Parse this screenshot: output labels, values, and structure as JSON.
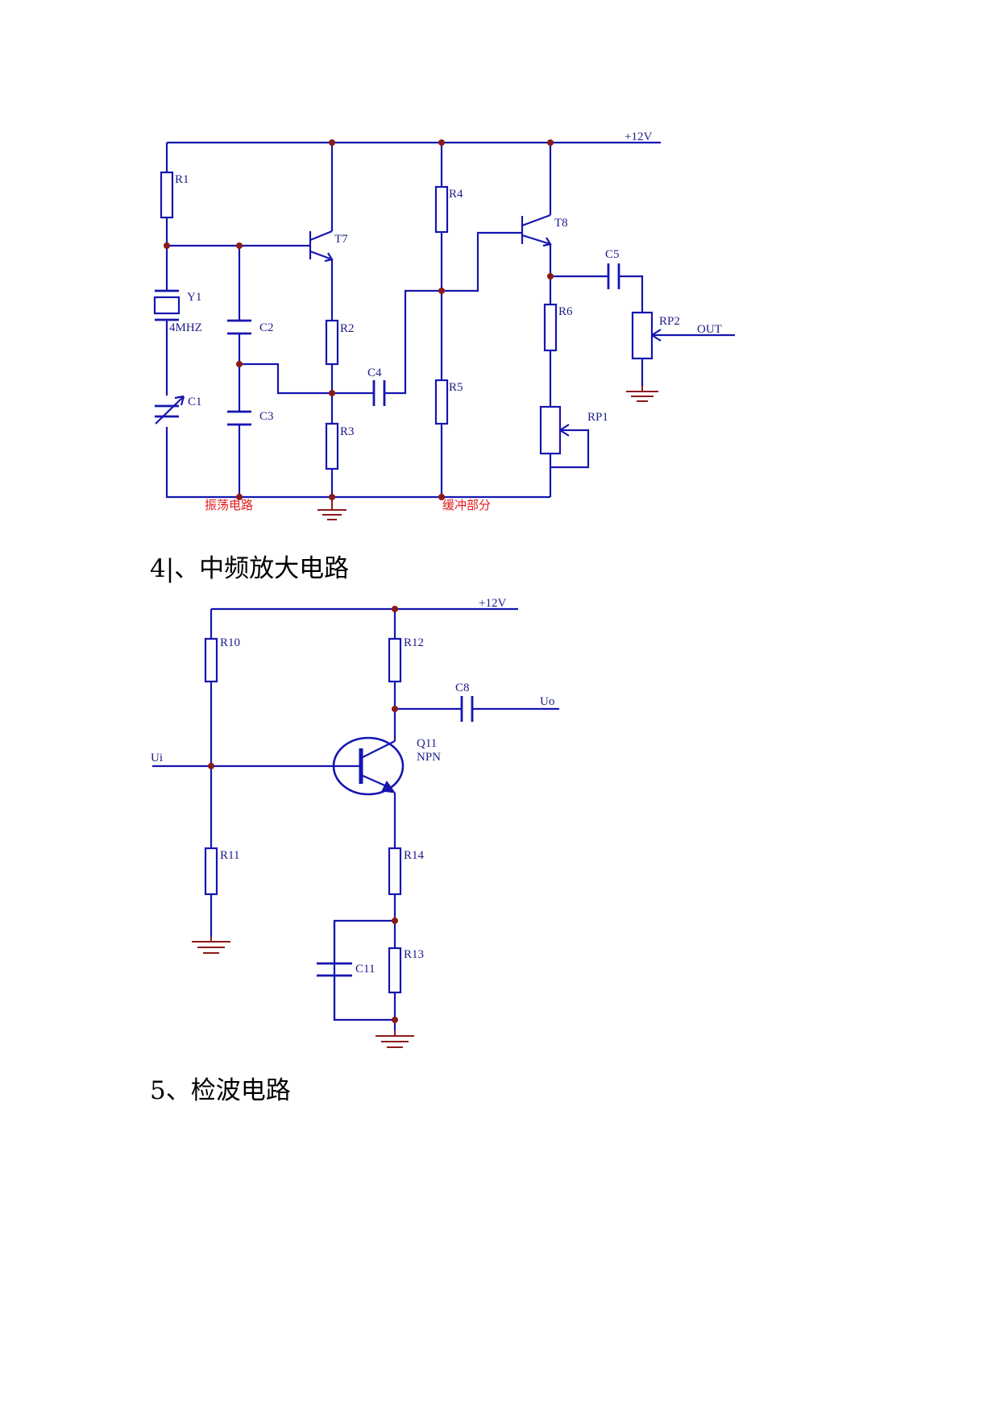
{
  "headings": {
    "section4": "4|、中频放大电路",
    "section5": "5、检波电路"
  },
  "diagram1": {
    "supply": "+12V",
    "labels": {
      "R1": "R1",
      "T7": "T7",
      "Y1": "Y1",
      "freq": "4MHZ",
      "C2": "C2",
      "C1": "C1",
      "C3": "C3",
      "R2": "R2",
      "C4": "C4",
      "R3": "R3",
      "R4": "R4",
      "R5": "R5",
      "T8": "T8",
      "C5": "C5",
      "R6": "R6",
      "RP2": "RP2",
      "OUT": "OUT",
      "RP1": "RP1"
    },
    "section_labels": {
      "oscillator": "振荡电路",
      "buffer": "缓冲部分"
    }
  },
  "diagram2": {
    "supply": "+12V",
    "labels": {
      "R10": "R10",
      "R12": "R12",
      "C8": "C8",
      "Uo": "Uo",
      "Q11": "Q11",
      "NPN": "NPN",
      "Ui": "Ui",
      "R11": "R11",
      "R14": "R14",
      "R13": "R13",
      "C11": "C11"
    }
  },
  "colors": {
    "wire": "#1515b0",
    "junction": "#8b1a1a",
    "ground": "#8b1a1a",
    "section_label": "#e21b1b",
    "text": "#000000"
  }
}
